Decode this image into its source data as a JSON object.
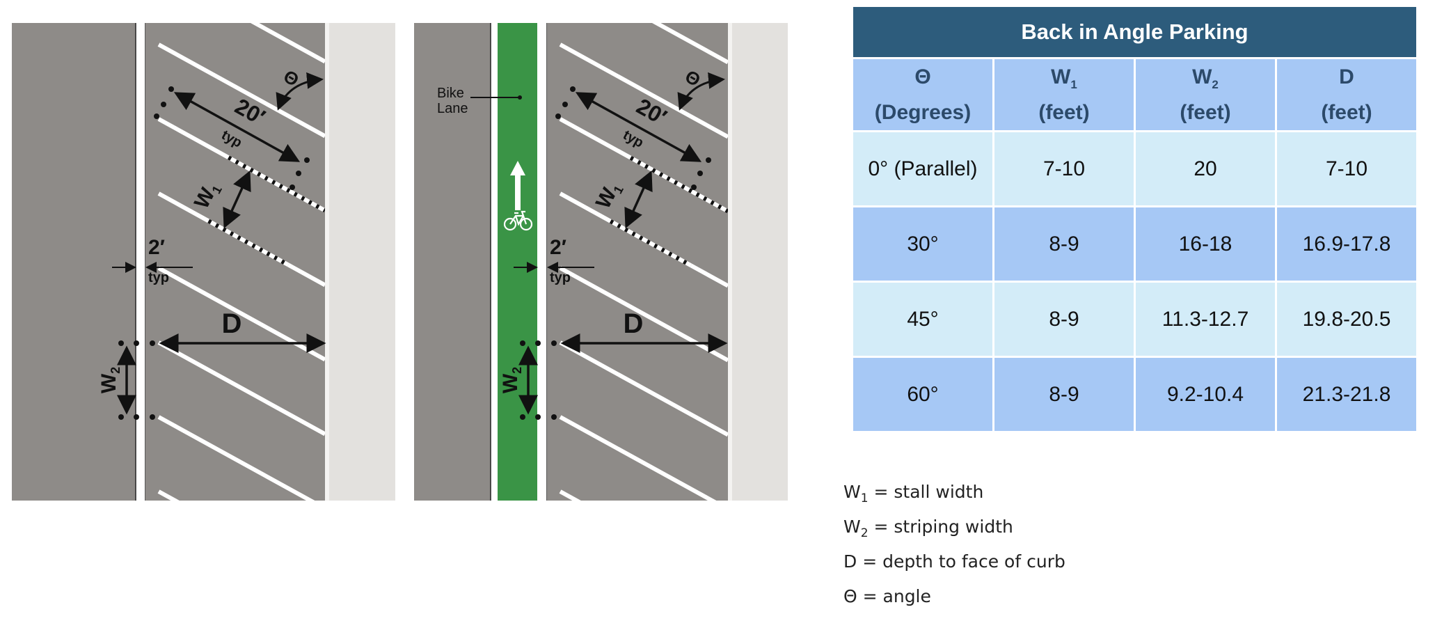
{
  "diagram": {
    "left_panel": {
      "theta": "Θ",
      "length": "20′",
      "length_note": "typ",
      "w1": "W",
      "w1_sub": "1",
      "buffer": "2′",
      "buffer_note": "typ",
      "depth": "D",
      "w2": "W",
      "w2_sub": "2"
    },
    "right_panel": {
      "theta": "Θ",
      "length": "20′",
      "length_note": "typ",
      "w1": "W",
      "w1_sub": "1",
      "buffer": "2′",
      "buffer_note": "typ",
      "depth": "D",
      "w2": "W",
      "w2_sub": "2",
      "bike_lane_line1": "Bike",
      "bike_lane_line2": "Lane"
    },
    "colors": {
      "asphalt": "#8e8b88",
      "curb": "#e3e1de",
      "bike_lane": "#3a9446",
      "stripe": "#ffffff"
    }
  },
  "table": {
    "title": "Back in Angle Parking",
    "headers": [
      {
        "main": "Θ",
        "sub": "",
        "unit": "(Degrees)"
      },
      {
        "main": "W",
        "sub": "1",
        "unit": "(feet)"
      },
      {
        "main": "W",
        "sub": "2",
        "unit": "(feet)"
      },
      {
        "main": "D",
        "sub": "",
        "unit": "(feet)"
      }
    ],
    "rows": [
      [
        "0° (Parallel)",
        "7-10",
        "20",
        "7-10"
      ],
      [
        "30°",
        "8-9",
        "16-18",
        "16.9-17.8"
      ],
      [
        "45°",
        "8-9",
        "11.3-12.7",
        "19.8-20.5"
      ],
      [
        "60°",
        "8-9",
        "9.2-10.4",
        "21.3-21.8"
      ]
    ]
  },
  "legend": [
    {
      "symbol": "W",
      "sub": "1",
      "text": " = stall width"
    },
    {
      "symbol": "W",
      "sub": "2",
      "text": " = striping width"
    },
    {
      "symbol": "D",
      "sub": "",
      "text": " = depth to face of curb"
    },
    {
      "symbol": "Θ",
      "sub": "",
      "text": " = angle"
    }
  ]
}
